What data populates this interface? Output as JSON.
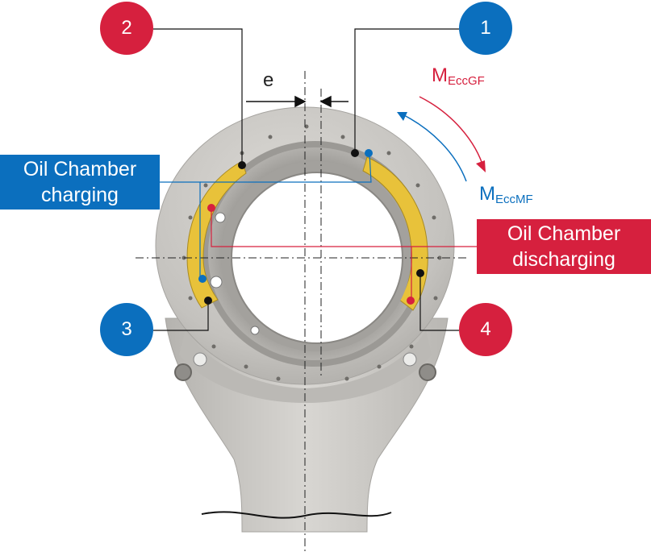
{
  "labels": {
    "oil_chamber_charging": [
      "Oil Chamber",
      "charging"
    ],
    "oil_chamber_discharging": [
      "Oil Chamber",
      "discharging"
    ],
    "eccentricity": "e",
    "moment_gf": {
      "main": "M",
      "sub": "EccGF"
    },
    "moment_mf": {
      "main": "M",
      "sub": "EccMF"
    }
  },
  "badges": {
    "one": "1",
    "two": "2",
    "three": "3",
    "four": "4"
  },
  "colors": {
    "blue": "#0b6fbe",
    "red": "#d6203e",
    "part_gray": "#cfcdc9",
    "oil_yellow": "#e8c23a"
  }
}
